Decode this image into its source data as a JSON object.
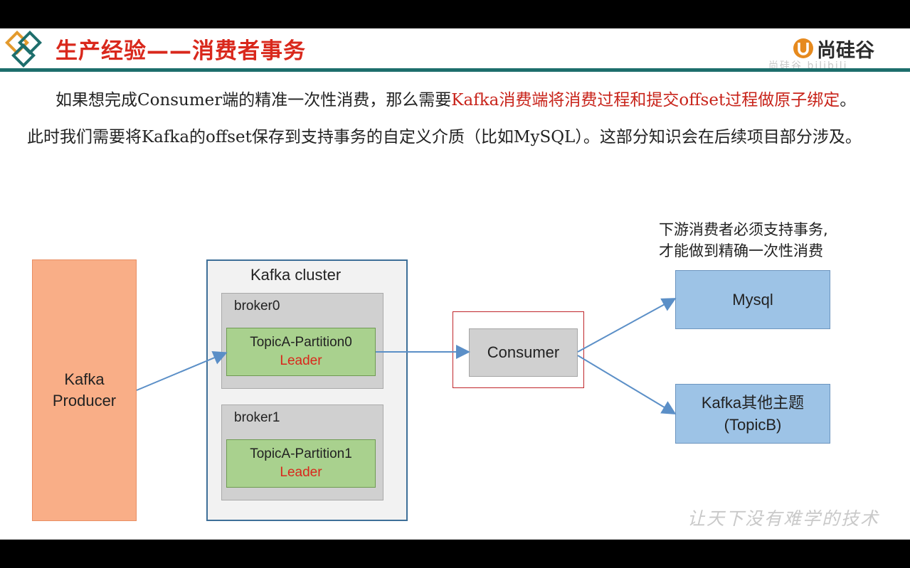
{
  "slide": {
    "title": "生产经验——消费者事务",
    "brand": "尚硅谷",
    "brand_ghost": "尚硅谷 bilibili",
    "paragraph": {
      "seg1": "如果想完成Consumer端的精准一次性消费，那么需要",
      "seg2_red": "Kafka消费端将消费过程和提交offset过程做原子绑定",
      "seg3": "。此时我们需要将Kafka的offset保存到支持事务的自定义介质（比如MySQL）。这部分知识会在后续项目部分涉及。"
    },
    "watermark": "让天下没有难学的技术"
  },
  "diagram": {
    "producer": {
      "line1": "Kafka",
      "line2": "Producer"
    },
    "cluster_label": "Kafka cluster",
    "brokers": [
      {
        "label": "broker0",
        "partition": "TopicA-Partition0",
        "role": "Leader"
      },
      {
        "label": "broker1",
        "partition": "TopicA-Partition1",
        "role": "Leader"
      }
    ],
    "consumer": "Consumer",
    "mysql": "Mysql",
    "topicb": {
      "line1": "Kafka其他主题",
      "line2": "(TopicB)"
    },
    "note": {
      "line1": "下游消费者必须支持事务,",
      "line2": "才能做到精确一次性消费"
    }
  },
  "colors": {
    "title": "#d9281c",
    "rule": "#1d6e6c",
    "producer": "#f9ae87",
    "partition": "#a9d18e",
    "target": "#9dc3e6",
    "arrow": "#5b8fc7",
    "highlight": "#c0262b"
  },
  "icons": {
    "logo": "diamond-logo-icon",
    "brand": "brand-u-icon"
  }
}
